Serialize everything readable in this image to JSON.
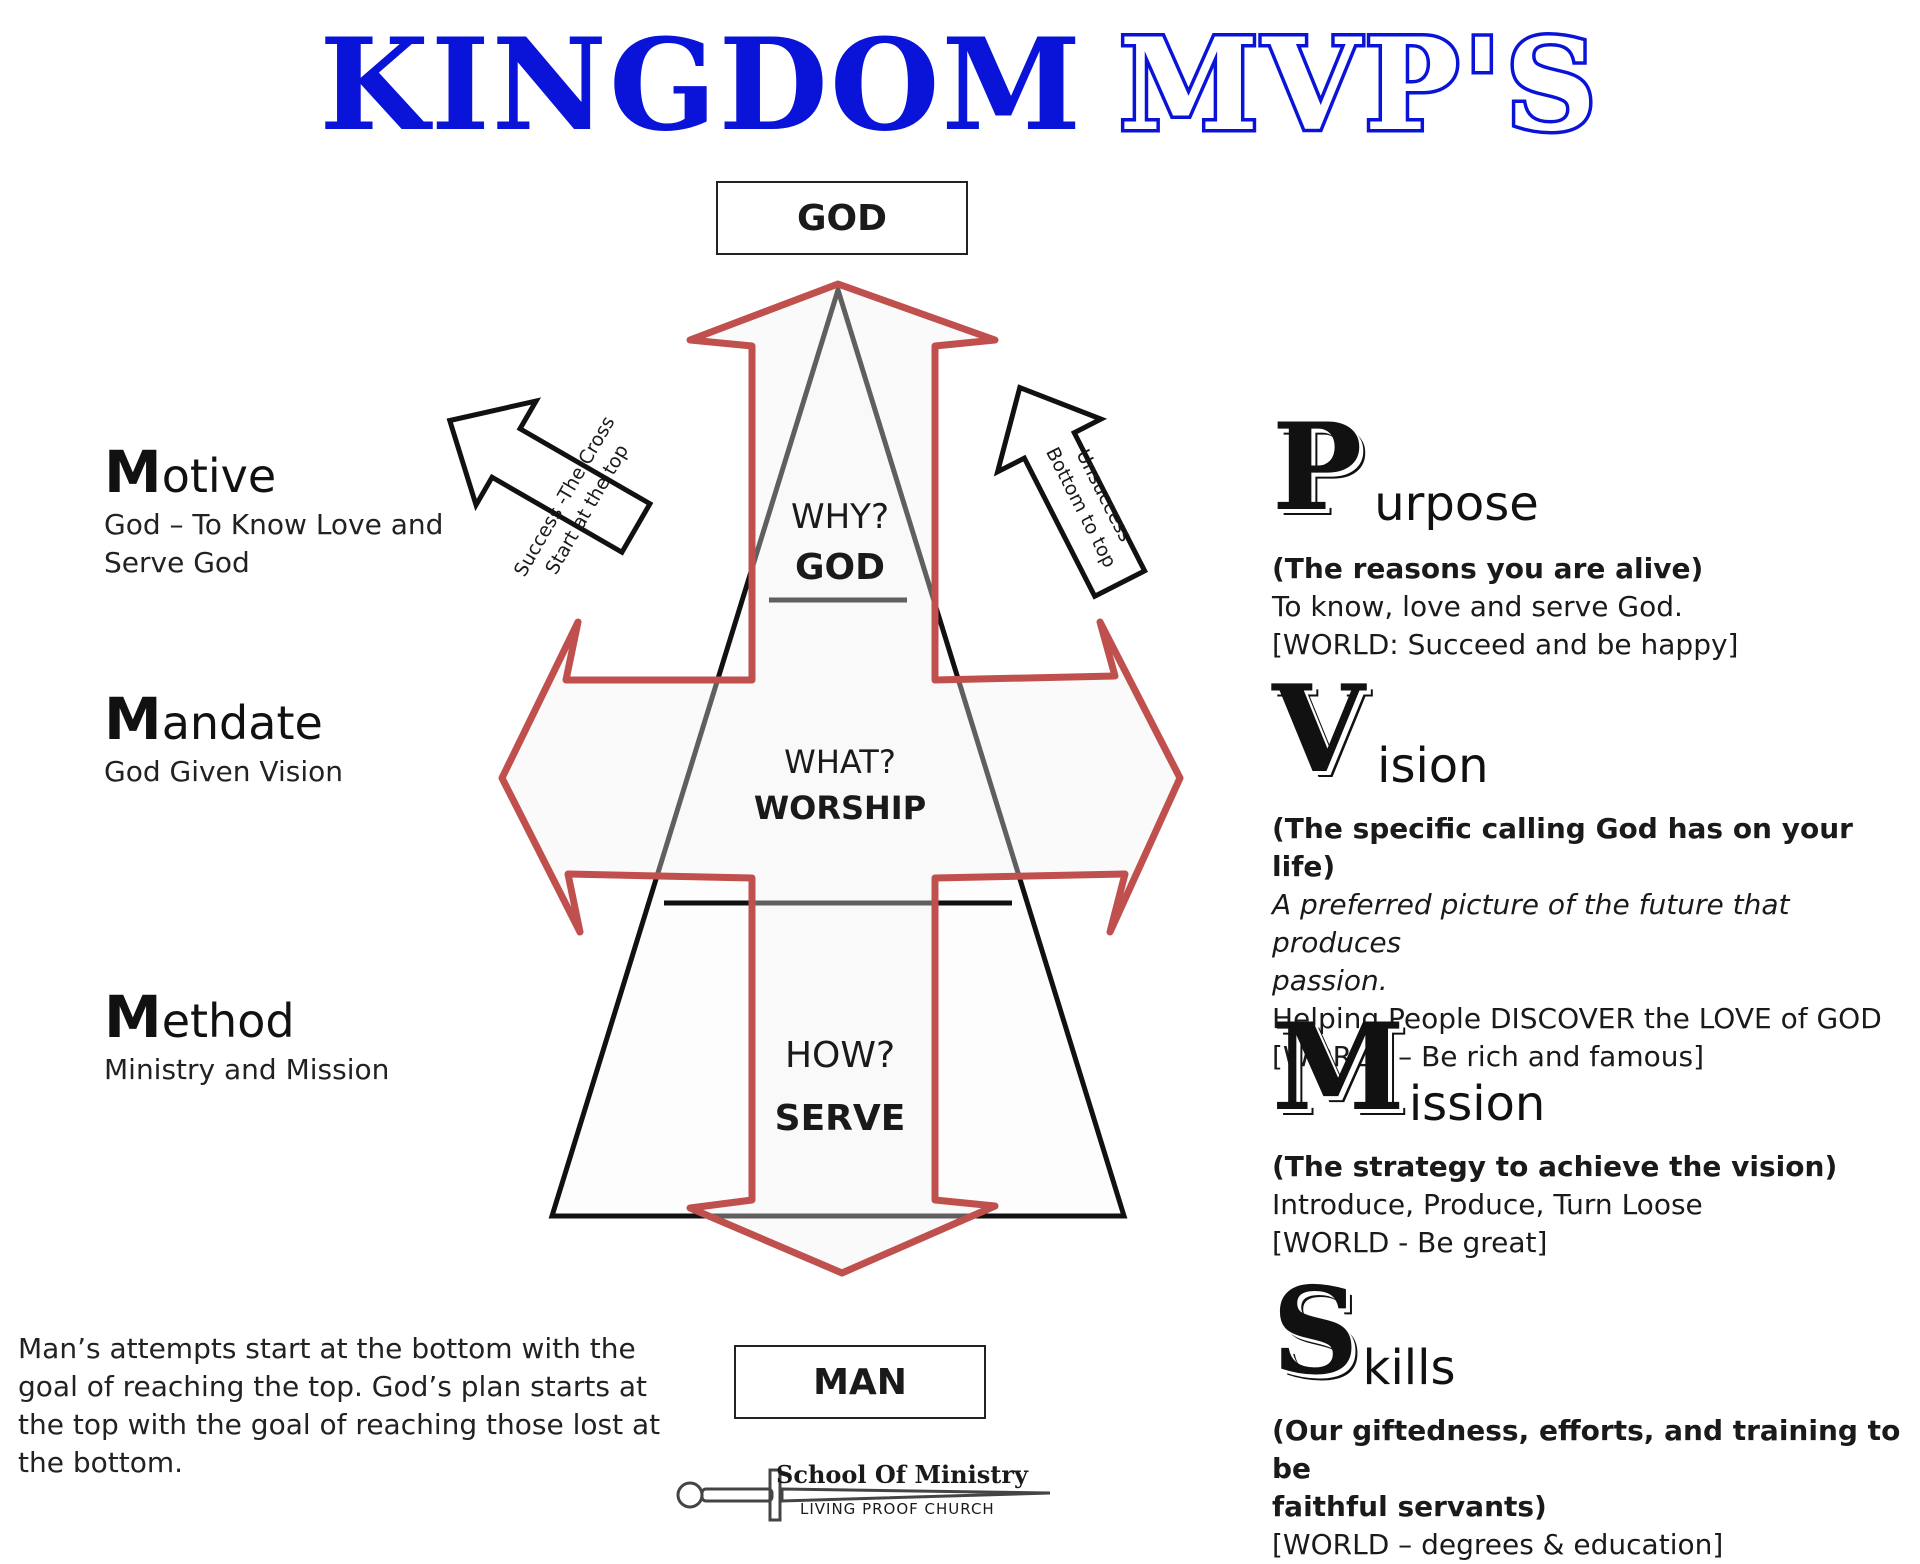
{
  "title": {
    "part1": "KINGDOM",
    "part2": "MVP'S"
  },
  "top_box": "GOD",
  "bottom_box": "MAN",
  "pyramid": {
    "why_q": "WHY?",
    "why_a": "GOD",
    "what_q": "WHAT?",
    "what_a": "WORSHIP",
    "how_q": "HOW?",
    "how_a": "SERVE"
  },
  "arrows": {
    "left_line1": "Success -The Cross",
    "left_line2": "Start at the top",
    "right_line1": "Unsuccess",
    "right_line2": "Bottom to top"
  },
  "left_items": [
    {
      "cap": "M",
      "rest": "otive",
      "line1": "God – To Know Love and",
      "line2": "Serve God"
    },
    {
      "cap": "M",
      "rest": "andate",
      "line1": "God Given Vision",
      "line2": ""
    },
    {
      "cap": "M",
      "rest": "ethod",
      "line1": "Ministry and Mission",
      "line2": ""
    }
  ],
  "right_items": {
    "purpose": {
      "letter": "P",
      "rest": "urpose",
      "sub": "(The reasons you are alive)",
      "l1": "To know, love and serve God.",
      "l2": "[WORLD: Succeed and be happy]"
    },
    "vision": {
      "letter": "V",
      "rest": "ision",
      "sub": "(The specific calling God has on your life)",
      "l1": "A preferred picture of the future that produces",
      "l2": "passion.",
      "l3": "Helping People DISCOVER the LOVE of GOD",
      "l4": "[WORLD – Be rich and famous]"
    },
    "mission": {
      "letter": "M",
      "rest": "ission",
      "sub": "(The strategy to achieve the vision)",
      "l1": "Introduce, Produce, Turn Loose",
      "l2": "[WORLD - Be great]"
    },
    "skills": {
      "letter": "S",
      "rest": "kills",
      "sub1": "(Our giftedness, efforts, and training to be",
      "sub2": "faithful servants)",
      "l1": "[WORLD – degrees & education]"
    }
  },
  "note": {
    "l1": "Man’s attempts start at the bottom with the",
    "l2": "goal of reaching the top. God’s plan starts at",
    "l3": "the top with the goal of reaching those lost at",
    "l4": "the bottom."
  },
  "logo": {
    "name": "School Of Ministry",
    "church": "LIVING PROOF CHURCH"
  },
  "colors": {
    "title_blue": "#0a14d8",
    "cross_red": "#c0504d"
  }
}
